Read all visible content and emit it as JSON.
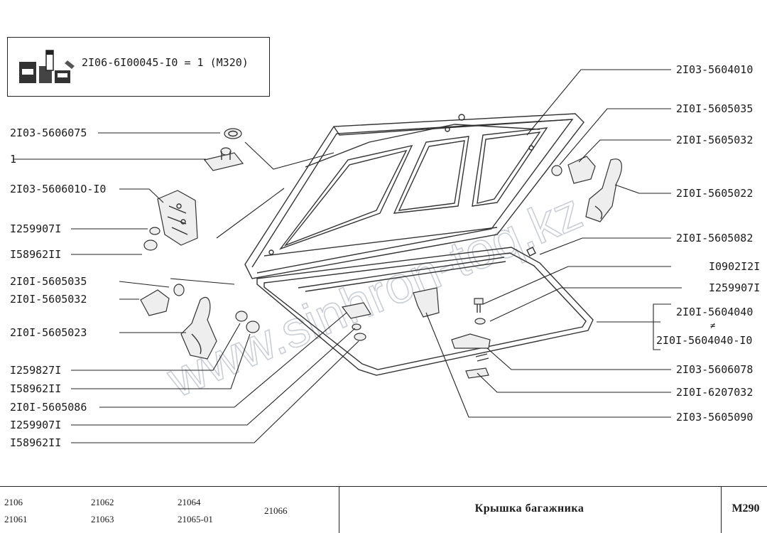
{
  "kit": {
    "formula": "2I06-6I00045-I0 = 1 (M320)",
    "icon": "repair-kit-icon"
  },
  "labels": {
    "l0": "2I03-5604010",
    "l1": "2I0I-5605035",
    "l2": "2I0I-5605032",
    "l3": "2I0I-5605022",
    "l4": "2I0I-5605082",
    "l5": "I0902I2I",
    "l6": "I259907I",
    "l7": "2I0I-5604040",
    "l8": "2I0I-5604040-I0",
    "l9": "2I03-5606078",
    "l10": "2I0I-6207032",
    "l11": "2I03-5605090",
    "l12": "2I03-5606075",
    "l13": "1",
    "l14": "2I03-560601O-I0",
    "l15": "I259907I",
    "l16": "I58962II",
    "l17": "2I0I-5605035",
    "l18": "2I0I-5605032",
    "l19": "2I0I-5605023",
    "l20": "I259827I",
    "l21": "I58962II",
    "l22": "2I0I-5605086",
    "l23": "I259907I",
    "l24": "I58962II"
  },
  "alt_mark": "≠",
  "watermark": "www.sinhron-toq.kz",
  "footer": {
    "models": [
      "2106",
      "21061",
      "21062",
      "21063",
      "21064",
      "21065-01",
      "21066"
    ],
    "title": "Крышка багажника",
    "sheet": "M290"
  }
}
